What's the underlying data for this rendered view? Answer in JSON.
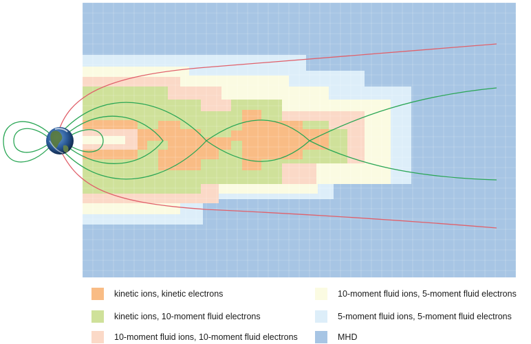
{
  "colors": {
    "kinetic_kinetic": "#f9bc85",
    "kinetic_10m": "#cfe19a",
    "fluid10_10": "#fbd9c7",
    "fluid10_5": "#fbfbe2",
    "fluid5_5": "#ddeef9",
    "mhd": "#a7c5e4",
    "field_line_closed": "#2aa655",
    "magnetopause": "#e0606a"
  },
  "legend": [
    {
      "key": "kinetic_kinetic",
      "label": "kinetic ions, kinetic electrons"
    },
    {
      "key": "kinetic_10m",
      "label": "kinetic ions, 10-moment fluid electrons"
    },
    {
      "key": "fluid10_10",
      "label": "10-moment fluid ions, 10-moment fluid electrons"
    },
    {
      "key": "fluid10_5",
      "label": "10-moment fluid ions, 5-moment fluid electrons"
    },
    {
      "key": "fluid5_5",
      "label": "5-moment fluid ions, 5-moment fluid electrons"
    },
    {
      "key": "mhd",
      "label": "MHD"
    }
  ],
  "icons": {
    "earth": "earth-globe-icon"
  }
}
